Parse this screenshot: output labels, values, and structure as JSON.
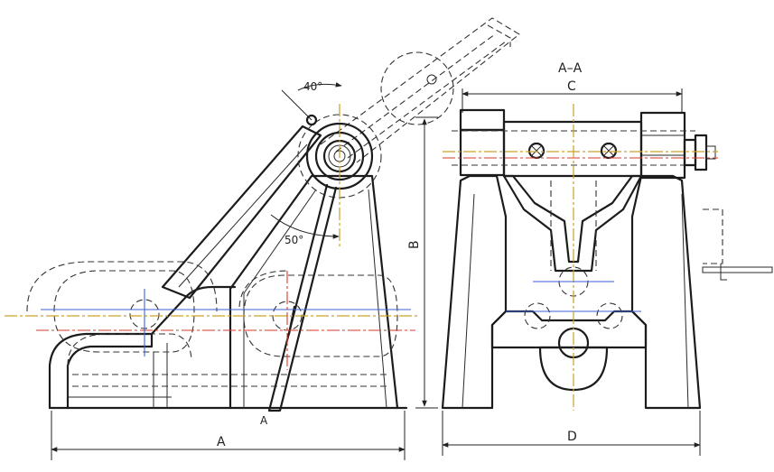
{
  "labels": {
    "section_title": "A–A",
    "dim_a": "A",
    "dim_b": "B",
    "dim_c": "C",
    "dim_d": "D",
    "angle_40": "40°",
    "angle_50": "50°",
    "section_marker": "A"
  },
  "colors": {
    "outline": "#1c1c1c",
    "centerline_yellow": "#c9a227",
    "centerline_blue": "#3f5fd8",
    "centerline_red": "#d63a2b"
  }
}
